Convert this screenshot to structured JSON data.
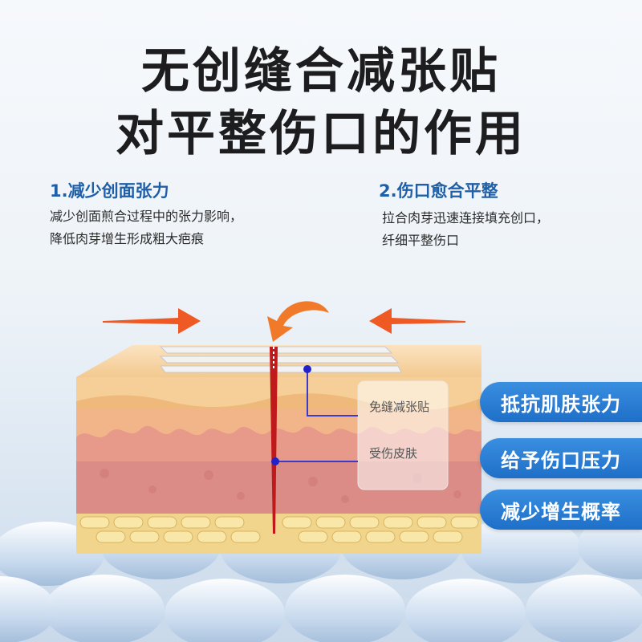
{
  "title": {
    "line1": "无创缝合减张贴",
    "line2": "对平整伤口的作用"
  },
  "points": [
    {
      "heading": "1.减少创面张力",
      "lines": [
        "减少创面煎合过程中的张力影响，",
        "降低肉芽增生形成粗大疤痕"
      ]
    },
    {
      "heading": "2.伤口愈合平整",
      "lines": [
        "拉合肉芽迅速连接填充创口，",
        "纤细平整伤口"
      ]
    }
  ],
  "diagram": {
    "label_patch": "免缝减张贴",
    "label_skin": "受伤皮肤"
  },
  "badges": [
    "抵抗肌肤张力",
    "给予伤口压力",
    "减少增生概率"
  ],
  "colors": {
    "accent_blue": "#1f5fa8",
    "badge_blue": "#2a7fd6",
    "arrow_orange": "#ef5a24",
    "wound_red": "#c0191c"
  }
}
